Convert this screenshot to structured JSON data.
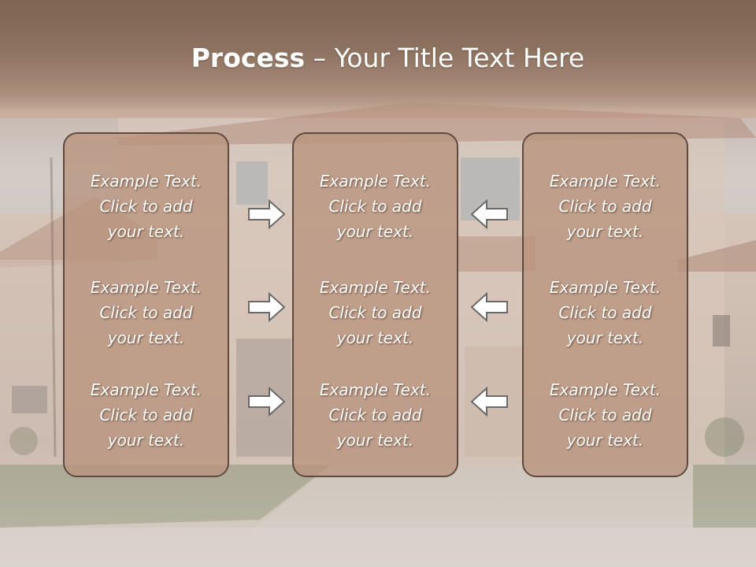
{
  "slide": {
    "title_bold": "Process",
    "title_rest": " – Your Title Text Here",
    "columns": [
      {
        "items": [
          {
            "line1": "Example Text.",
            "line2": "Click  to add",
            "line3": "your text."
          },
          {
            "line1": "Example Text.",
            "line2": "Click  to add",
            "line3": "your text."
          },
          {
            "line1": "Example Text.",
            "line2": "Click  to add",
            "line3": "your text."
          }
        ]
      },
      {
        "items": [
          {
            "line1": "Example Text.",
            "line2": "Click  to add",
            "line3": "your text."
          },
          {
            "line1": "Example Text.",
            "line2": "Click  to add",
            "line3": "your text."
          },
          {
            "line1": "Example Text.",
            "line2": "Click  to add",
            "line3": "your text."
          }
        ]
      },
      {
        "items": [
          {
            "line1": "Example Text.",
            "line2": "Click  to add",
            "line3": "your text."
          },
          {
            "line1": "Example Text.",
            "line2": "Click  to add",
            "line3": "your text."
          },
          {
            "line1": "Example Text.",
            "line2": "Click  to add",
            "line3": "your text."
          }
        ]
      }
    ],
    "arrows_left": [
      "arrow-right-icon",
      "arrow-right-icon",
      "arrow-right-icon"
    ],
    "arrows_right": [
      "arrow-left-icon",
      "arrow-left-icon",
      "arrow-left-icon"
    ]
  },
  "colors": {
    "title_band": "#8e7260",
    "card_fill": "#b9947d",
    "card_border": "#5f4a3d",
    "text": "#ffffff",
    "arrow_fill": "#ffffff",
    "arrow_stroke": "#6a6a6a"
  }
}
